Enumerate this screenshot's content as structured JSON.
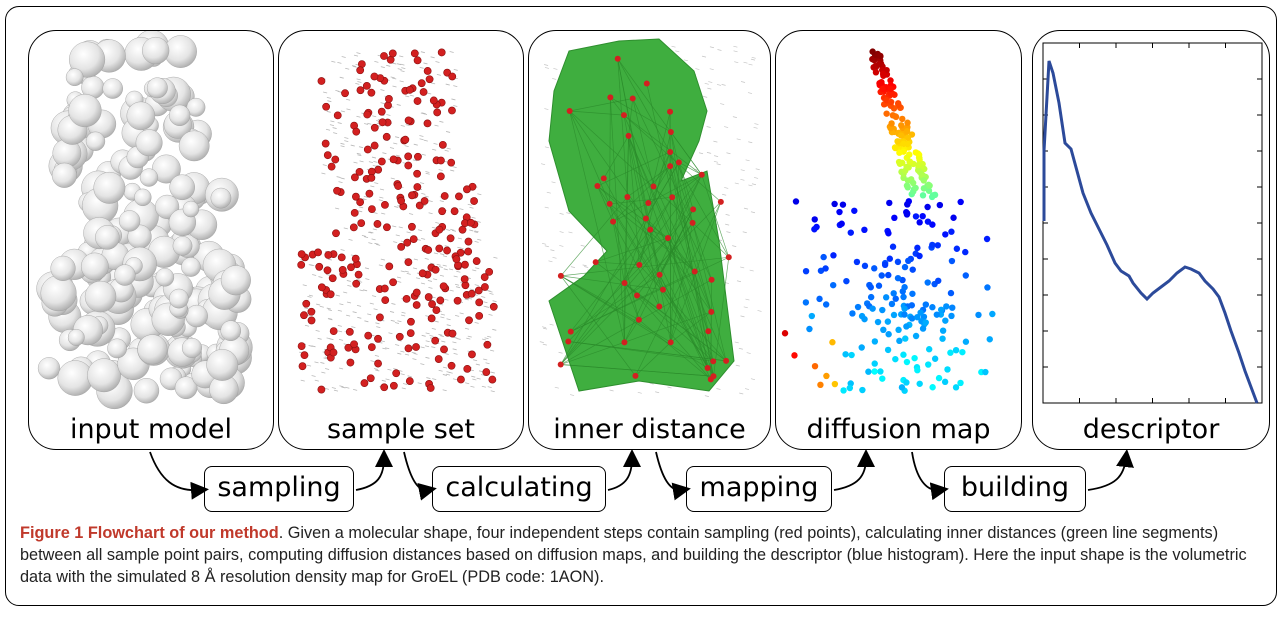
{
  "panels": [
    {
      "label": "input model"
    },
    {
      "label": "sample set"
    },
    {
      "label": "inner distance"
    },
    {
      "label": "diffusion map"
    },
    {
      "label": "descriptor"
    }
  ],
  "steps": [
    {
      "label": "sampling"
    },
    {
      "label": "calculating"
    },
    {
      "label": "mapping"
    },
    {
      "label": "building"
    }
  ],
  "caption": {
    "title": "Figure 1 Flowchart of our method",
    "text": ". Given a molecular shape, four independent steps contain sampling (red points), calculating inner distances (green line segments) between all sample point pairs, computing diffusion distances based on diffusion maps, and building the descriptor (blue histogram). Here the input shape is the volumetric data with the simulated 8 Å resolution density map for GroEL (PDB code: 1AON)."
  },
  "colors": {
    "sample_point": "#d32020",
    "inner_distance": "#3fae3f",
    "descriptor_line": "#2c4a9a",
    "caption_title": "#c0392b"
  }
}
